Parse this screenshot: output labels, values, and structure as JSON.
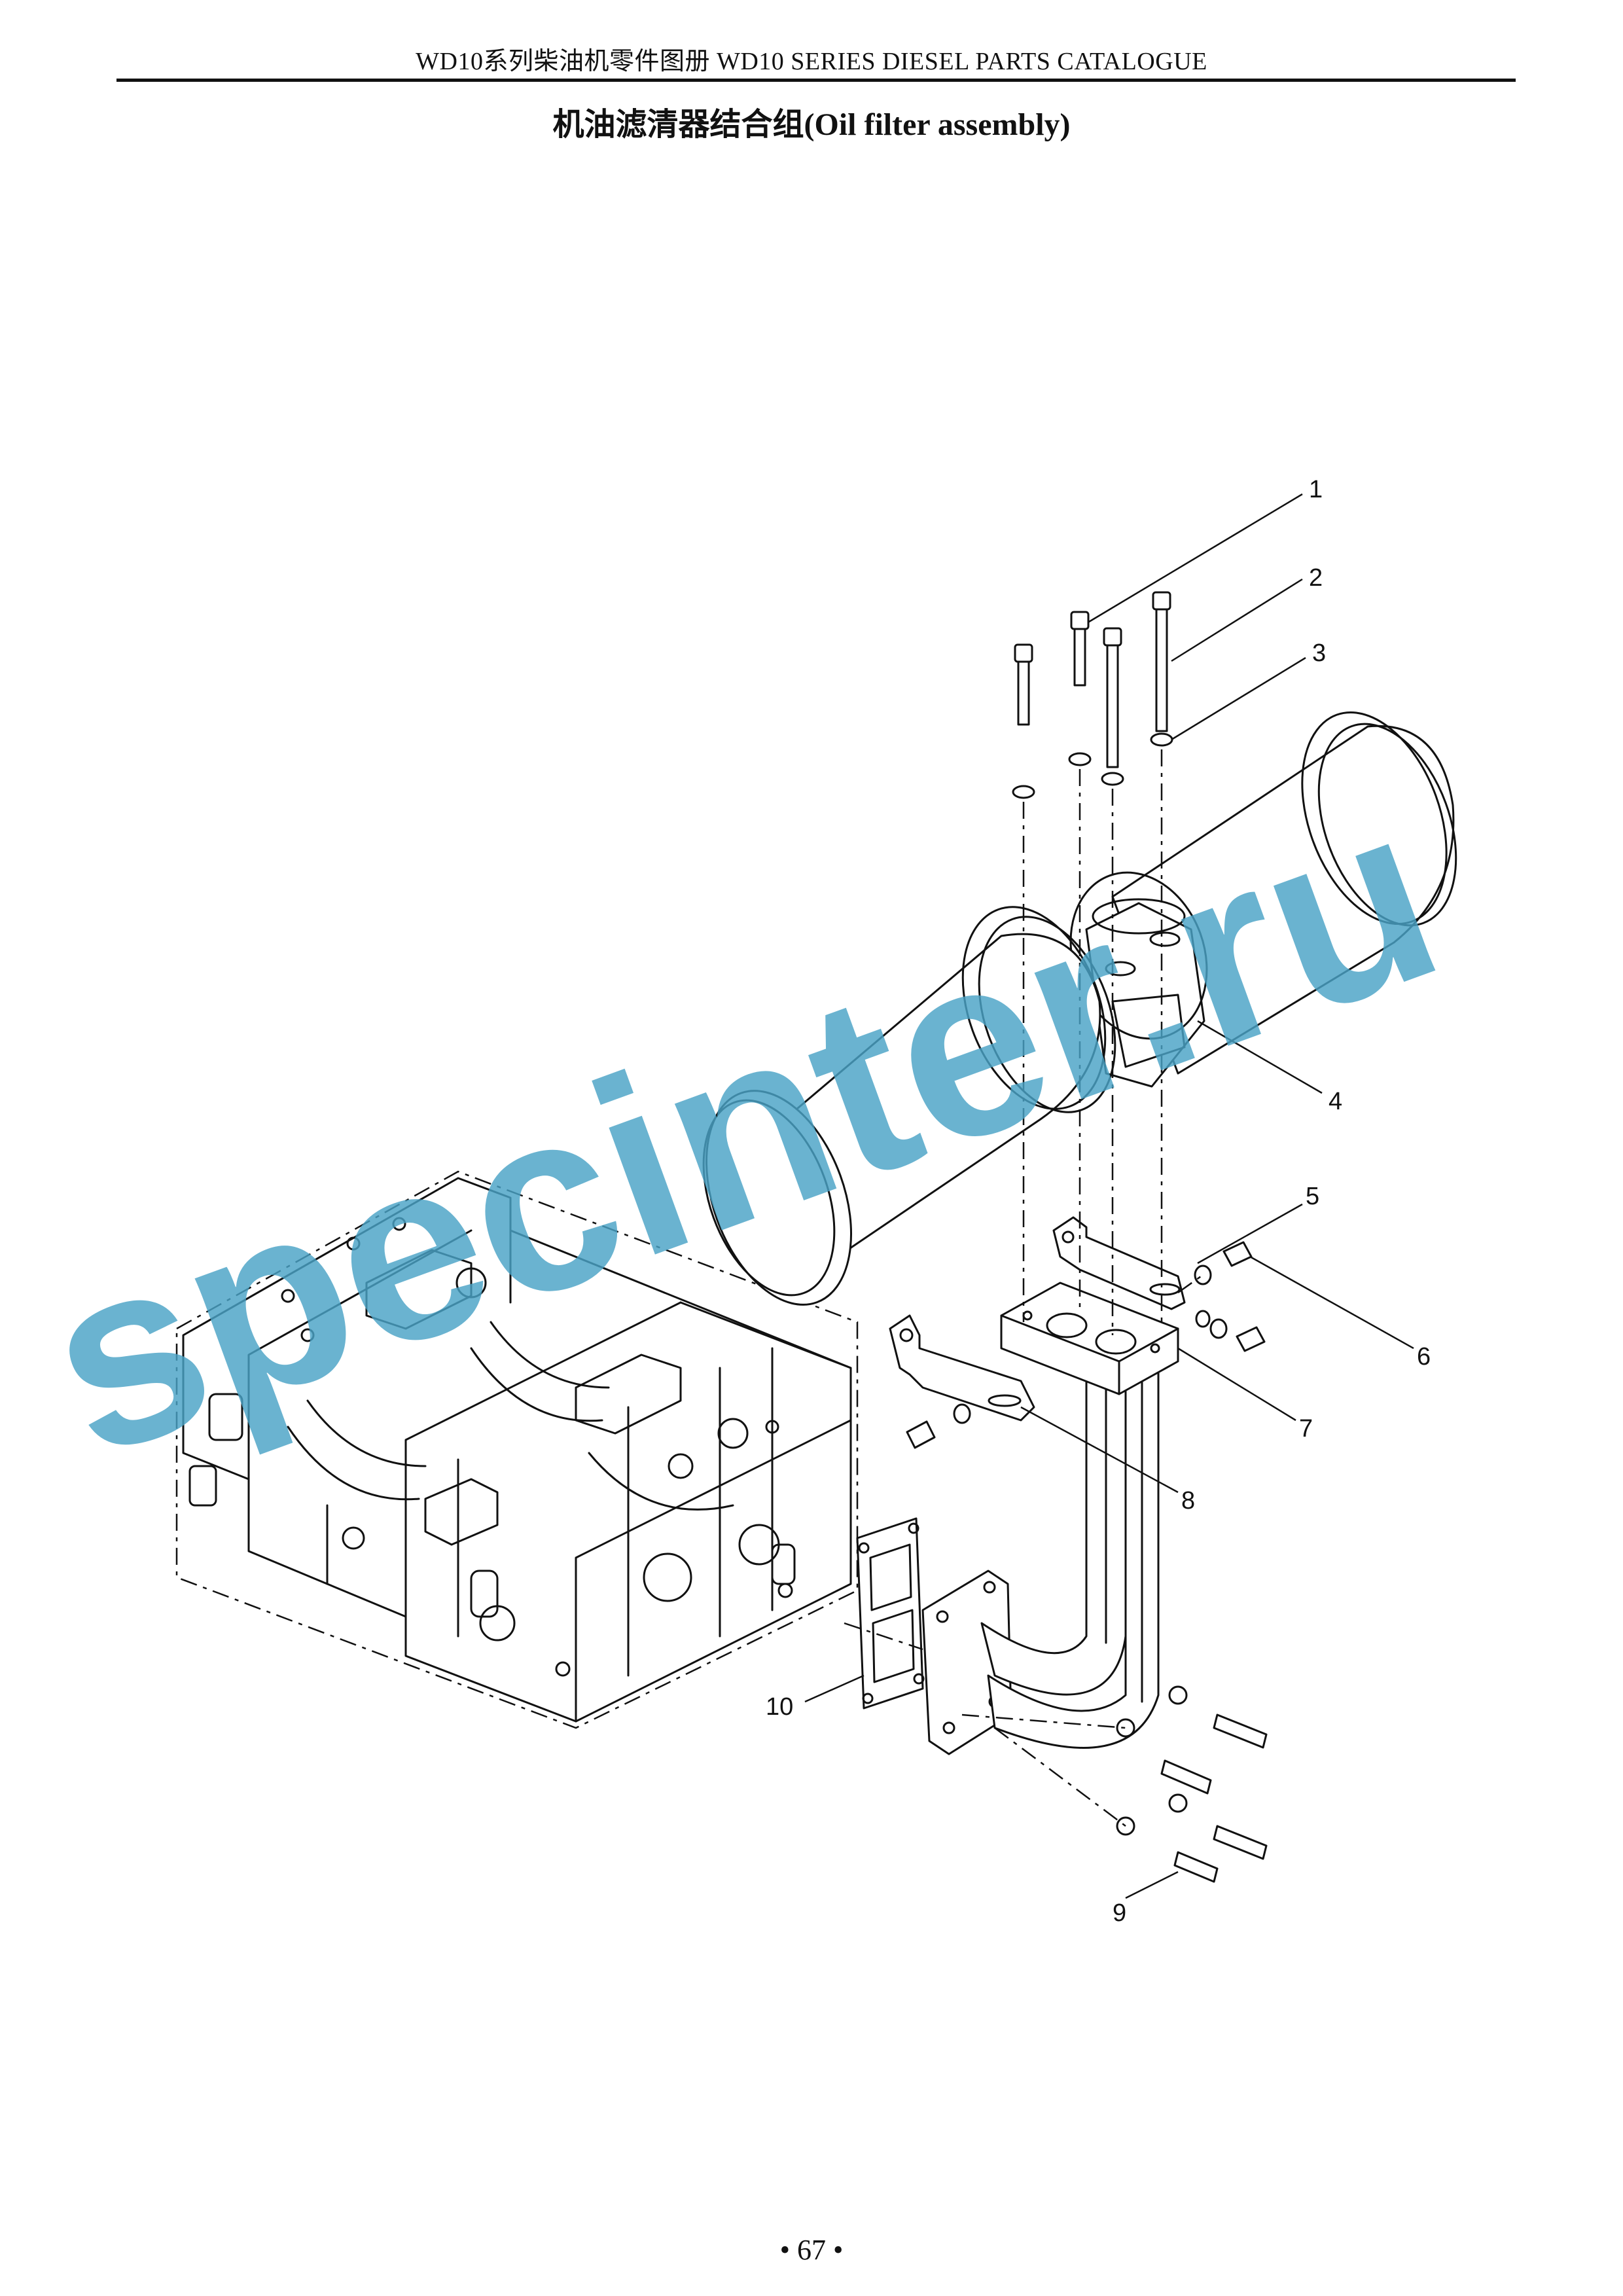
{
  "header": {
    "text": "WD10系列柴油机零件图册 WD10 SERIES DIESEL PARTS CATALOGUE"
  },
  "page_title": "机油滤清器结合组(Oil filter assembly)",
  "callouts": [
    "1",
    "2",
    "3",
    "4",
    "5",
    "6",
    "7",
    "8",
    "9",
    "10"
  ],
  "watermark": "specinter.ru",
  "page_number": "• 67 •"
}
